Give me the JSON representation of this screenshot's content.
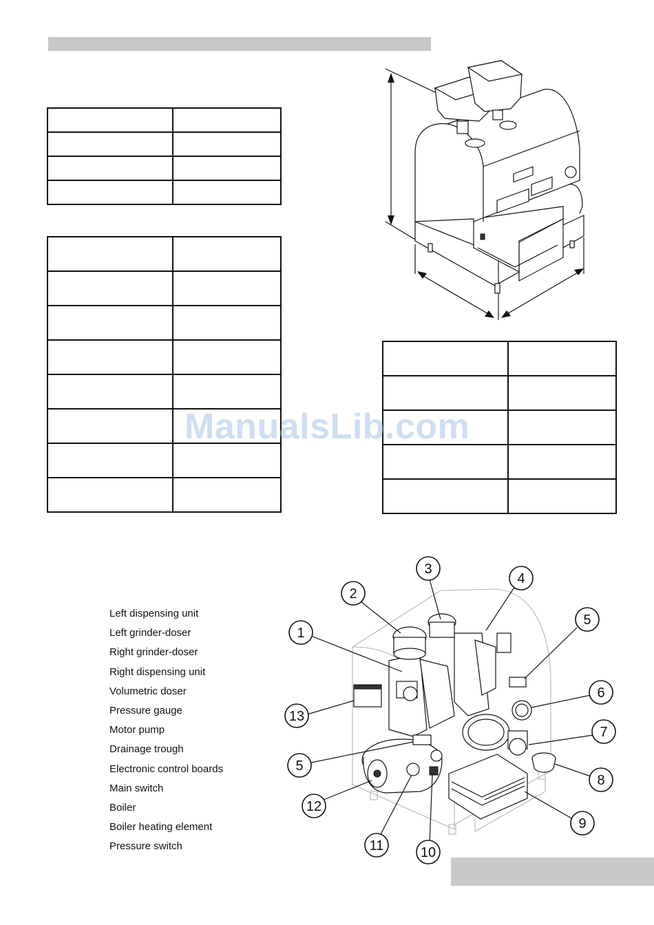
{
  "watermark": "ManualsLib.com",
  "tables": {
    "dimensions": {
      "rows": 4,
      "cols": 2
    },
    "specifications": {
      "rows": 8,
      "cols": 2
    },
    "electrical": {
      "rows": 5,
      "cols": 2
    }
  },
  "parts": [
    "Left dispensing unit",
    "Left grinder-doser",
    "Right grinder-doser",
    "Right dispensing unit",
    "Volumetric doser",
    "Pressure gauge",
    "Motor pump",
    "Drainage trough",
    "Electronic control boards",
    "Main switch",
    "Boiler",
    "Boiler heating element",
    "Pressure switch"
  ],
  "callouts": [
    "1",
    "2",
    "3",
    "4",
    "5",
    "6",
    "7",
    "8",
    "9",
    "10",
    "11",
    "12",
    "13",
    "5"
  ]
}
